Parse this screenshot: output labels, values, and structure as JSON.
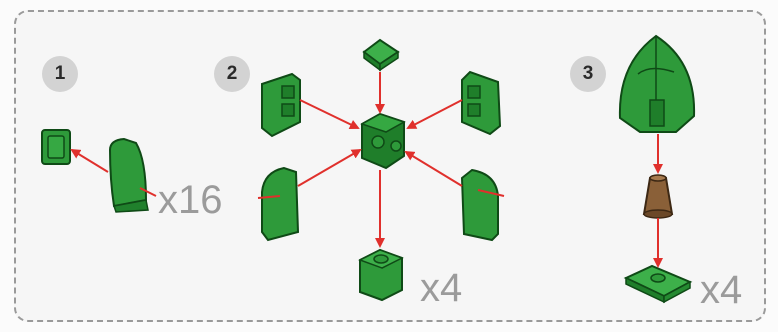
{
  "steps": [
    {
      "number": "1",
      "multiplier": "x16"
    },
    {
      "number": "2",
      "multiplier": "x4"
    },
    {
      "number": "3",
      "multiplier": "x4"
    }
  ],
  "colors": {
    "brick_green": "#2e9a3a",
    "brick_dark": "#0f4a16",
    "arrow": "#e0302c",
    "cone": "#8a6038",
    "frame": "#9a9a9a"
  }
}
